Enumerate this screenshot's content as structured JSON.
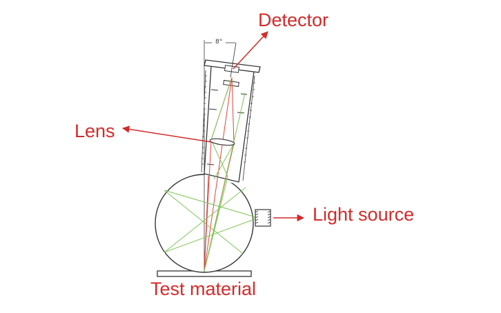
{
  "labels": {
    "detector": "Detector",
    "lens": "Lens",
    "light_source": "Light source",
    "test_material": "Test material",
    "angle": "8°"
  },
  "colors": {
    "label_red": "#d42a2a",
    "ray_red": "#e0433b",
    "ray_green": "#7ec455",
    "outline": "#333333"
  }
}
